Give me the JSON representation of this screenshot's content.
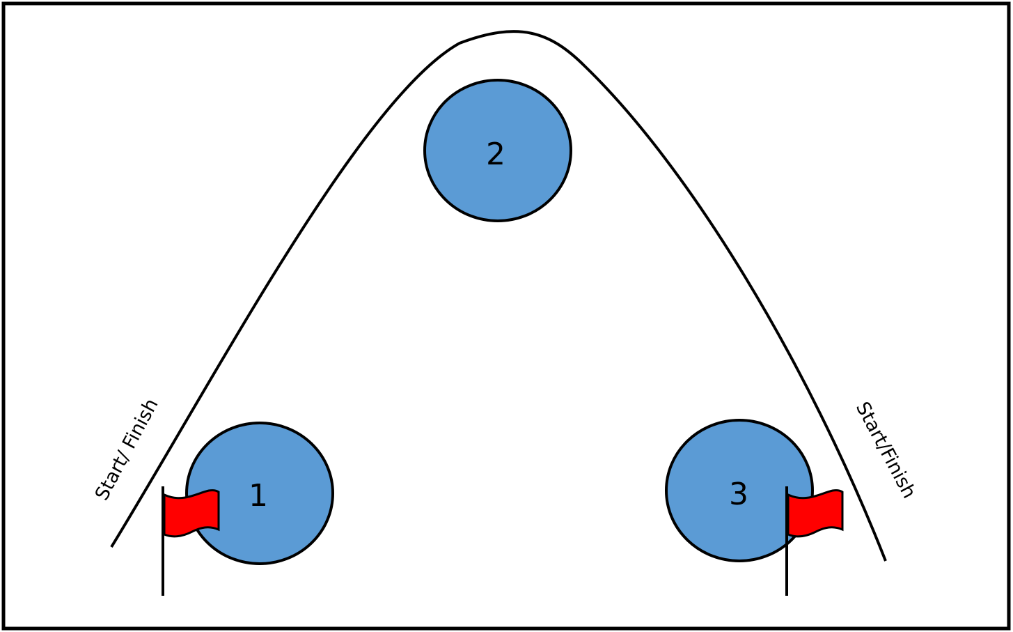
{
  "diagram": {
    "cones": [
      {
        "label": "1"
      },
      {
        "label": "2"
      },
      {
        "label": "3"
      }
    ],
    "start_finish_left": "Start/ Finish",
    "start_finish_right": "Start/Finish",
    "colors": {
      "cone_fill": "#5b9bd5",
      "flag_fill": "#ff0000",
      "stroke": "#000000",
      "background": "#ffffff"
    }
  }
}
